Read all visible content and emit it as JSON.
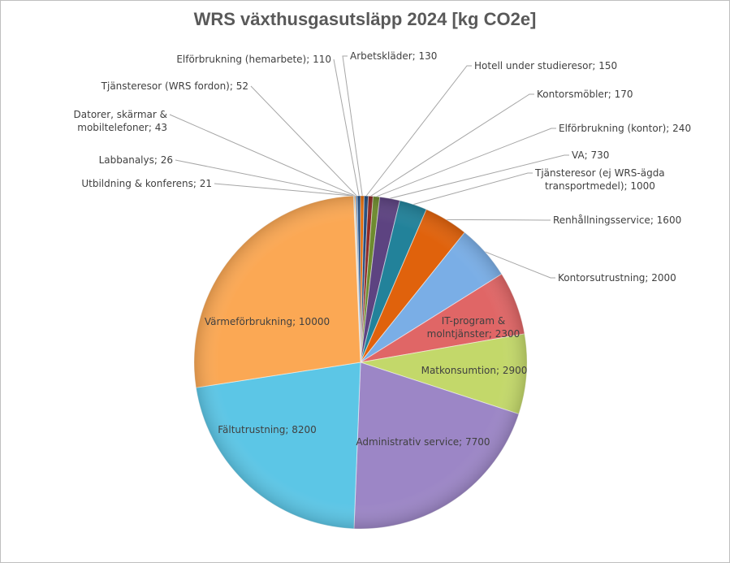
{
  "chart_data": {
    "type": "pie",
    "title": "WRS växthusgasutsläpp 2024 [kg CO2e]",
    "unit": "kg CO2e",
    "legend": "none",
    "slices": [
      {
        "label": "Utbildning & konferens",
        "value": 21,
        "color": "#a5a5a5"
      },
      {
        "label": "Labbanalys",
        "value": 26,
        "color": "#4bacc6"
      },
      {
        "label": "Datorer, skärmar & mobiltelefoner",
        "value": 43,
        "color": "#f79646"
      },
      {
        "label": "Tjänsteresor (WRS fordon)",
        "value": 52,
        "color": "#2c6fb5"
      },
      {
        "label": "Elförbrukning (hemarbete)",
        "value": 110,
        "color": "#1f497d"
      },
      {
        "label": "Arbetskläder",
        "value": 130,
        "color": "#e36c09"
      },
      {
        "label": "Hotell under studieresor",
        "value": 150,
        "color": "#254e7e"
      },
      {
        "label": "Kontorsmöbler",
        "value": 170,
        "color": "#8c2a28"
      },
      {
        "label": "Elförbrukning (kontor)",
        "value": 240,
        "color": "#6e8b2f"
      },
      {
        "label": "VA",
        "value": 730,
        "color": "#5d4381"
      },
      {
        "label": "Tjänsteresor (ej WRS-ägda transportmedel)",
        "value": 1000,
        "color": "#22829a"
      },
      {
        "label": "Renhållningsservice",
        "value": 1600,
        "color": "#e0620c"
      },
      {
        "label": "Kontorsutrustning",
        "value": 2000,
        "color": "#7aaee6"
      },
      {
        "label": "IT-program & molntjänster",
        "value": 2300,
        "color": "#e06666"
      },
      {
        "label": "Matkonsumtion",
        "value": 2900,
        "color": "#c3d86a"
      },
      {
        "label": "Administrativ service",
        "value": 7700,
        "color": "#9c86c6"
      },
      {
        "label": "Fältutrustning",
        "value": 8200,
        "color": "#5cc6e6"
      },
      {
        "label": "Värmeförbrukning",
        "value": 10000,
        "color": "#fba854"
      }
    ]
  }
}
